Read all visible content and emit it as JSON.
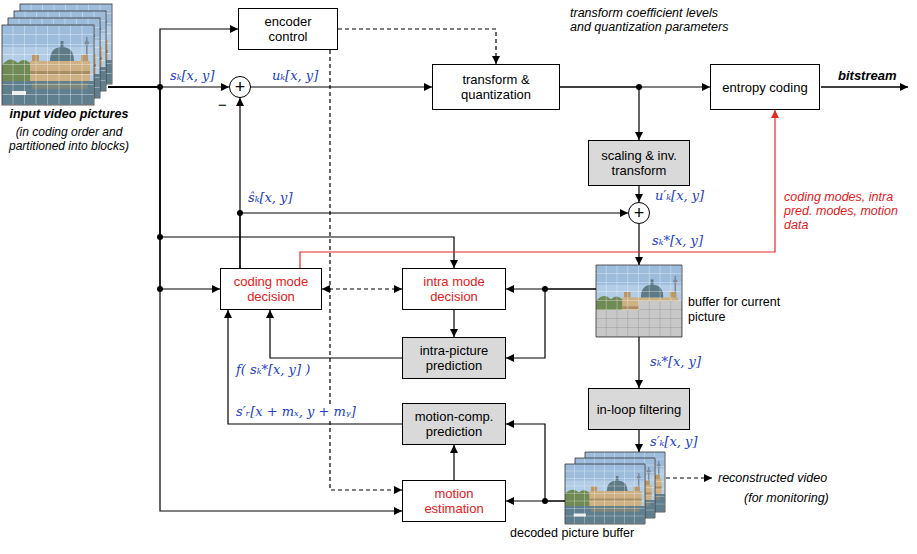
{
  "diagram": {
    "nodes": [
      {
        "text": [
          "input video pictures",
          "(in coding order and partitioned into blocks)"
        ]
      },
      {
        "text": [
          "encoder control"
        ]
      },
      {
        "text": [
          "+"
        ]
      },
      {
        "text": [
          "transform & quantization"
        ]
      },
      {
        "text": [
          "entropy coding"
        ]
      },
      {
        "text": [
          "scaling & inv. transform"
        ]
      },
      {
        "text": [
          "+"
        ]
      },
      {
        "text": [
          "buffer for current picture"
        ]
      },
      {
        "text": [
          "coding mode decision"
        ]
      },
      {
        "text": [
          "intra mode decision"
        ]
      },
      {
        "text": [
          "intra-picture prediction"
        ]
      },
      {
        "text": [
          "in-loop filtering"
        ]
      },
      {
        "text": [
          "motion-comp. prediction"
        ]
      },
      {
        "text": [
          "decoded picture buffer"
        ]
      },
      {
        "text": [
          "motion estimation"
        ]
      }
    ],
    "edges": [
      {
        "from": 0,
        "to": 2,
        "arrow": "to",
        "label": "sₖ[x, y]"
      },
      {
        "from": 0,
        "to": 1,
        "arrow": "to"
      },
      {
        "from": 0,
        "to": 8,
        "arrow": "to"
      },
      {
        "from": 0,
        "to": 9,
        "arrow": "to"
      },
      {
        "from": 0,
        "to": 14,
        "arrow": "to"
      },
      {
        "from": 2,
        "to": 3,
        "arrow": "to",
        "label": "uₖ[x, y]"
      },
      {
        "from": 1,
        "to": 3,
        "arrow": "to"
      },
      {
        "from": 1,
        "to": 14,
        "arrow": "to"
      },
      {
        "from": 3,
        "to": 4,
        "arrow": "to",
        "label": "transform coefficient levels and quantization parameters"
      },
      {
        "from": 3,
        "to": 5,
        "arrow": "to"
      },
      {
        "from": 5,
        "to": 6,
        "arrow": "to",
        "label": "u′ₖ[x, y]"
      },
      {
        "from": 6,
        "to": 7,
        "arrow": "to",
        "label": "sₖ*[x, y]"
      },
      {
        "from": 8,
        "to": 2,
        "arrow": "to",
        "label": "ŝₖ[x, y]"
      },
      {
        "from": 8,
        "to": 6,
        "arrow": "to"
      },
      {
        "from": 8,
        "to": 4,
        "arrow": "to",
        "label": "coding modes, intra pred. modes, motion data"
      },
      {
        "from": 8,
        "to": 9,
        "arrow": "both"
      },
      {
        "from": 7,
        "to": 9,
        "arrow": "to"
      },
      {
        "from": 7,
        "to": 10,
        "arrow": "to"
      },
      {
        "from": 9,
        "to": 10,
        "arrow": "to"
      },
      {
        "from": 10,
        "to": 8,
        "arrow": "to",
        "label": "f( sₖ*[x, y] )"
      },
      {
        "from": 7,
        "to": 11,
        "arrow": "to",
        "label": "sₖ*[x, y]"
      },
      {
        "from": 11,
        "to": 13,
        "arrow": "to",
        "label": "s′ₖ[x, y]"
      },
      {
        "from": 13,
        "to": 12,
        "arrow": "to"
      },
      {
        "from": 13,
        "to": 14,
        "arrow": "to"
      },
      {
        "from": 14,
        "to": 12,
        "arrow": "to"
      },
      {
        "from": 12,
        "to": 8,
        "arrow": "to",
        "label": "s′ᵣ[x + mₓ, y + mᵧ]"
      }
    ],
    "labels": [
      "−",
      "bitstream",
      "reconstructed video",
      "(for monitoring)"
    ]
  }
}
